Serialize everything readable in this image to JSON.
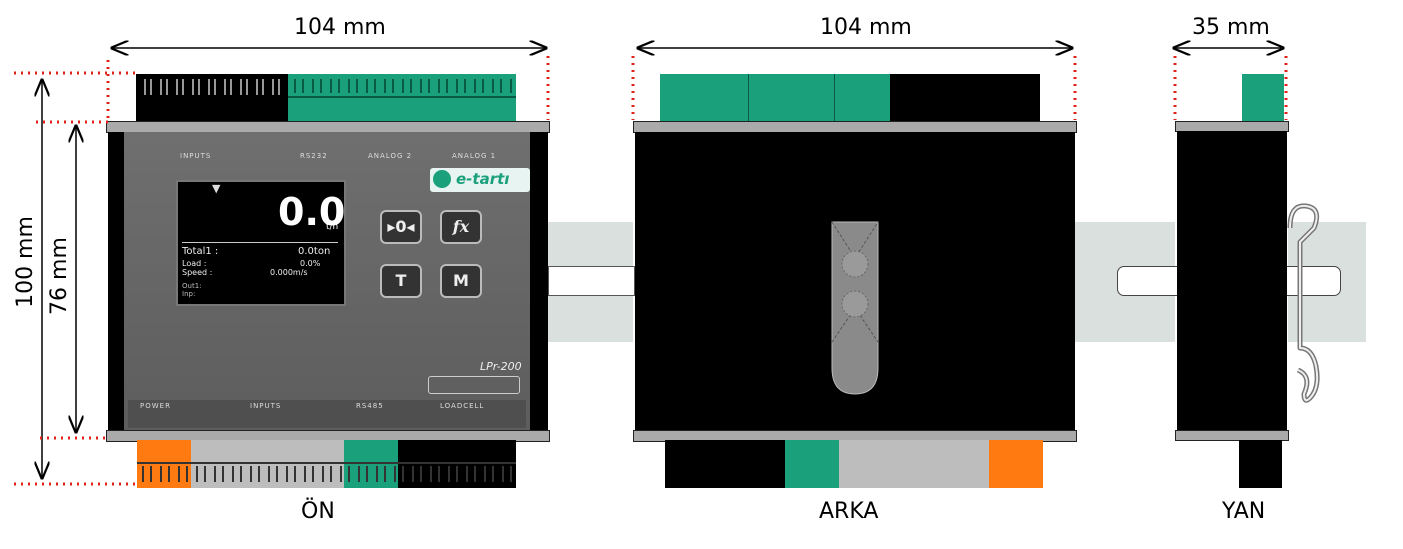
{
  "dimensions": {
    "front_width": "104 mm",
    "back_width": "104 mm",
    "side_width": "35 mm",
    "total_height": "100 mm",
    "body_height": "76 mm"
  },
  "views": {
    "front": "ÖN",
    "back": "ARKA",
    "side": "YAN"
  },
  "device": {
    "brand": "e-tartı",
    "model": "LPr-200",
    "display_value": "0.0",
    "display_unit": "t/h",
    "display_rows": [
      {
        "label": "Total1 :",
        "value": "0.0ton"
      },
      {
        "label": "Load :",
        "value": "0.0%"
      },
      {
        "label": "Speed :",
        "value": "0.000m/s"
      }
    ],
    "display_footer": [
      "Out1:",
      "Inp:"
    ],
    "keys": [
      "▸0◂",
      "fx",
      "T",
      "M"
    ],
    "top_labels": [
      "INPUTS",
      "RS232",
      "ANALOG 2",
      "ANALOG 1"
    ],
    "bottom_labels": [
      "POWER",
      "INPUTS",
      "RS485",
      "LOADCELL"
    ]
  },
  "colors": {
    "terminal_green": "#1aa07b",
    "terminal_orange": "#ff7a10",
    "terminal_grey": "#bdbdbd",
    "dimension_guide_red": "#e0201a"
  }
}
